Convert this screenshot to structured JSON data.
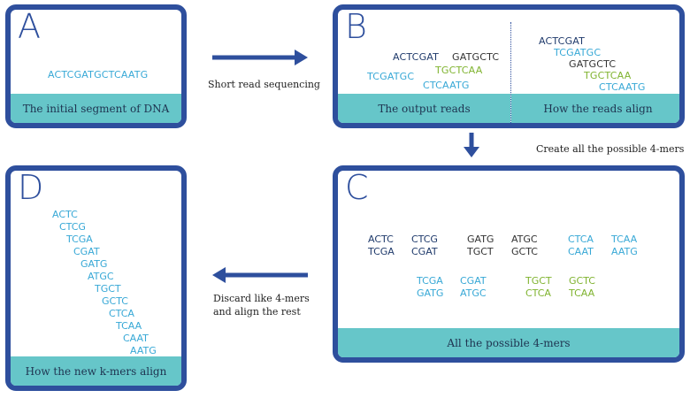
{
  "colors": {
    "border": "#2e4f9d",
    "footer": "#66c6c9",
    "dark": "#1f3a6b",
    "light": "#37a8d6",
    "green": "#7fb32f",
    "gray": "#333333"
  },
  "panelA": {
    "letter": "A",
    "sequence": "ACTCGATGCTCAATG",
    "footer": "The initial segment of DNA"
  },
  "arrow1": {
    "label": "Short read sequencing"
  },
  "panelB": {
    "letter": "B",
    "reads": [
      "ACTCGAT",
      "GATGCTC",
      "TGCTCAA",
      "TCGATGC",
      "CTCAATG"
    ],
    "aligned": [
      "ACTCGAT",
      "TCGATGC",
      "GATGCTC",
      "TGCTCAA",
      "CTCAATG"
    ],
    "footer_left": "The output reads",
    "footer_right": "How the reads align"
  },
  "arrow2": {
    "label": "Create all the possible 4-mers"
  },
  "panelC": {
    "letter": "C",
    "kmers": [
      [
        "ACTC",
        "TCGA"
      ],
      [
        "CTCG",
        "CGAT"
      ],
      [
        "GATG",
        "TGCT"
      ],
      [
        "ATGC",
        "GCTC"
      ],
      [
        "CTCA",
        "CAAT"
      ],
      [
        "TCAA",
        "AATG"
      ],
      [
        "TCGA",
        "GATG"
      ],
      [
        "CGAT",
        "ATGC"
      ],
      [
        "TGCT",
        "CTCA"
      ],
      [
        "GCTC",
        "TCAA"
      ]
    ],
    "footer": "All the possible 4-mers"
  },
  "arrow3": {
    "label_line1": "Discard like 4-mers",
    "label_line2": "and align the rest"
  },
  "panelD": {
    "letter": "D",
    "kmers": [
      "ACTC",
      "CTCG",
      "TCGA",
      "CGAT",
      "GATG",
      "ATGC",
      "TGCT",
      "GCTC",
      "CTCA",
      "TCAA",
      "CAAT",
      "AATG"
    ],
    "footer": "How the new k-mers align"
  }
}
